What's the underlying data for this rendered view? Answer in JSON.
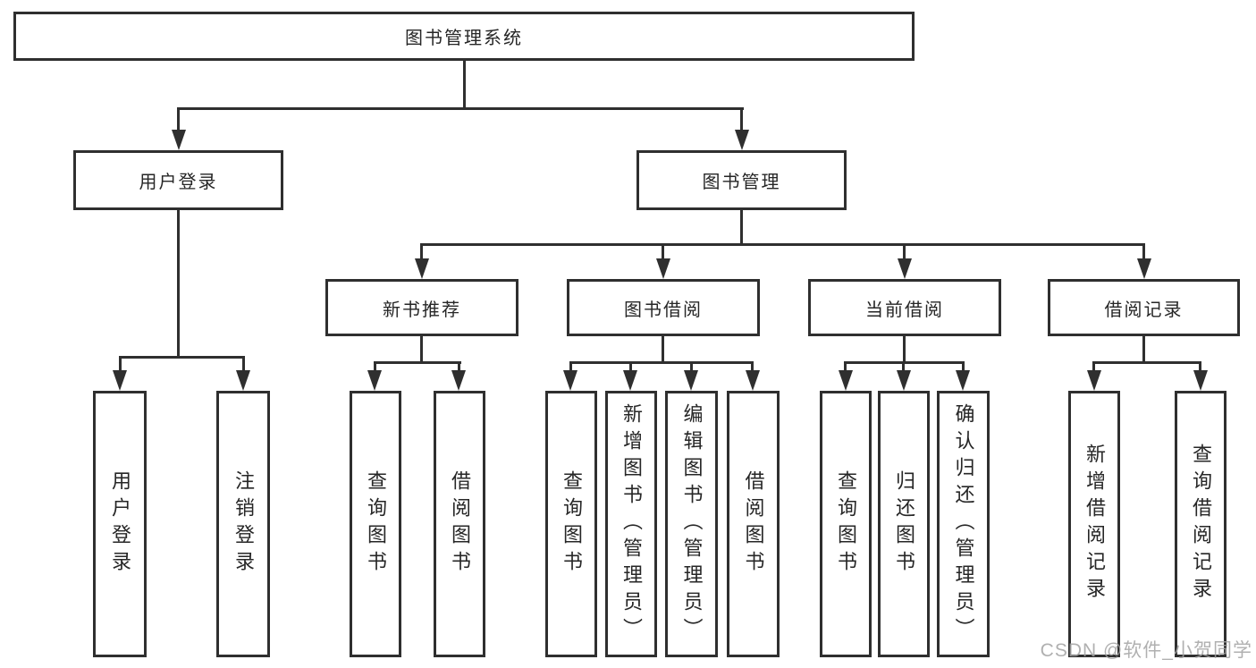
{
  "diagram_title": "图书管理系统",
  "colors": {
    "line": "#2f2f2f",
    "box_background": "#ffffff",
    "watermark": "#a3a3a3"
  },
  "tree": {
    "label": "图书管理系统",
    "children": [
      {
        "label": "用户登录",
        "children": [
          {
            "label": "用户登录"
          },
          {
            "label": "注销登录"
          }
        ]
      },
      {
        "label": "图书管理",
        "children": [
          {
            "label": "新书推荐",
            "children": [
              {
                "label": "查询图书"
              },
              {
                "label": "借阅图书"
              }
            ]
          },
          {
            "label": "图书借阅",
            "children": [
              {
                "label": "查询图书"
              },
              {
                "label": "新增图书（管理员）"
              },
              {
                "label": "编辑图书（管理员）"
              },
              {
                "label": "借阅图书"
              }
            ]
          },
          {
            "label": "当前借阅",
            "children": [
              {
                "label": "查询图书"
              },
              {
                "label": "归还图书"
              },
              {
                "label": "确认归还（管理员）"
              }
            ]
          },
          {
            "label": "借阅记录",
            "children": [
              {
                "label": "新增借阅记录"
              },
              {
                "label": "查询借阅记录"
              }
            ]
          }
        ]
      }
    ]
  },
  "watermark": {
    "text": "CSDN @软件_小贺同学"
  }
}
